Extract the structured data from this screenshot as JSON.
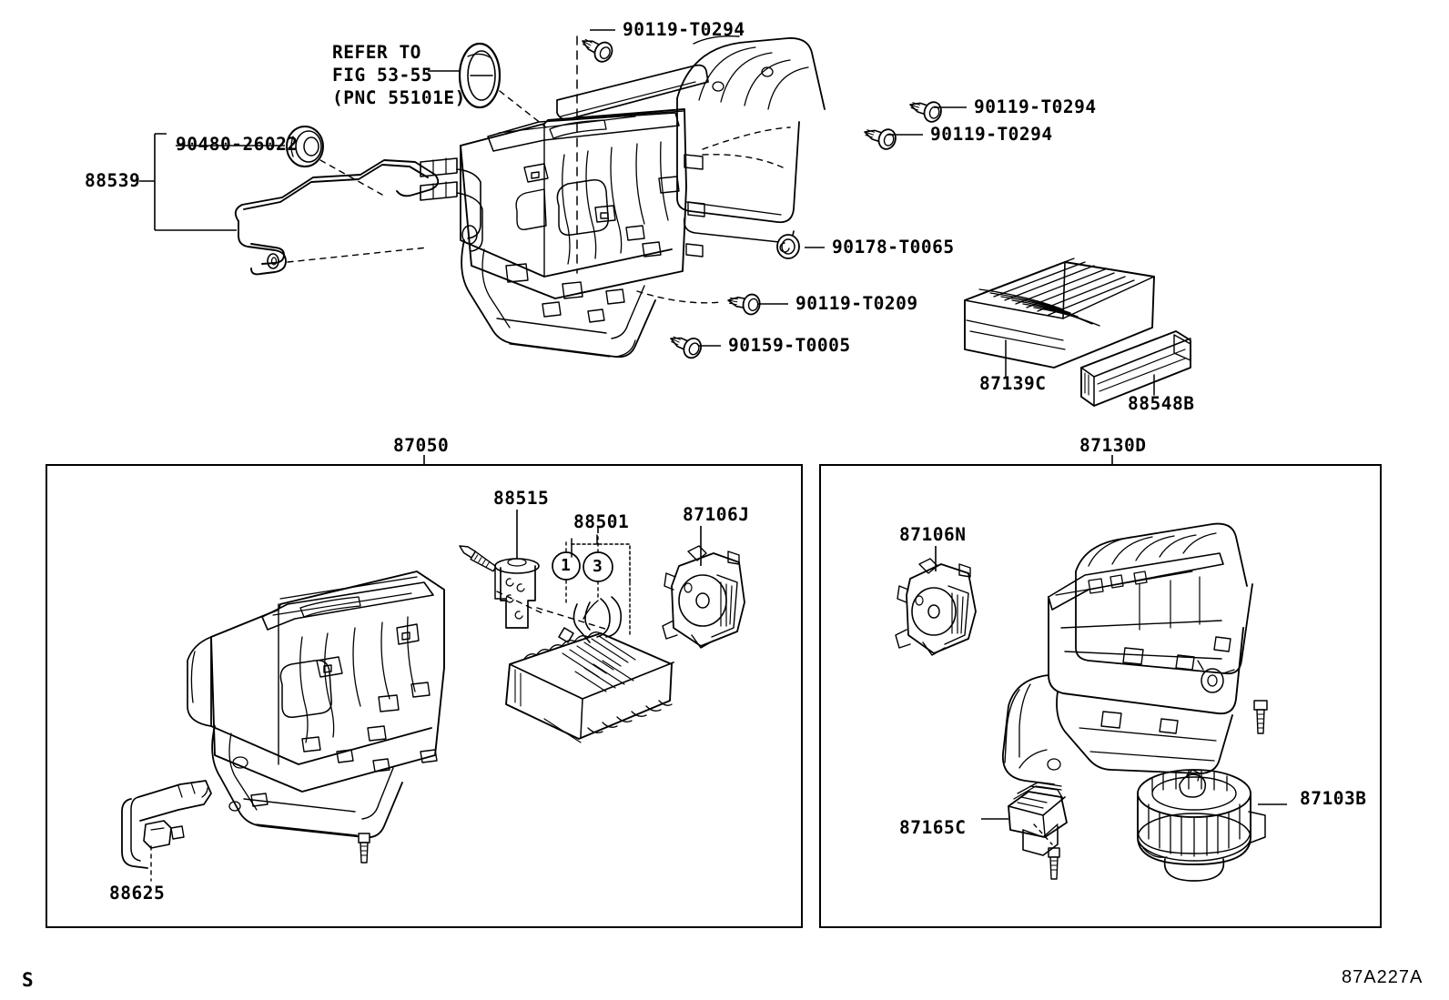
{
  "diagram": {
    "code": "87A227A",
    "corner_mark": "S",
    "refer_note": [
      "REFER TO",
      "FIG 53-55",
      "(PNC 55101E)"
    ]
  },
  "top_section": {
    "labels": [
      {
        "id": "88539",
        "text": "88539",
        "role": "hose-assembly-bracket"
      },
      {
        "id": "90480-26022",
        "text": "90480-26022",
        "role": "grommet"
      },
      {
        "id": "90119-T0294a",
        "text": "90119-T0294",
        "role": "bolt-upper-left"
      },
      {
        "id": "90119-T0294b",
        "text": "90119-T0294",
        "role": "bolt-right-upper"
      },
      {
        "id": "90119-T0294c",
        "text": "90119-T0294",
        "role": "bolt-right-lower"
      },
      {
        "id": "90178-T0065",
        "text": "90178-T0065",
        "role": "nut"
      },
      {
        "id": "90119-T0209",
        "text": "90119-T0209",
        "role": "bolt"
      },
      {
        "id": "90159-T0005",
        "text": "90159-T0005",
        "role": "screw"
      },
      {
        "id": "87139C",
        "text": "87139C",
        "role": "cabin-air-filter"
      },
      {
        "id": "88548B",
        "text": "88548B",
        "role": "filter-cover"
      }
    ]
  },
  "panel_left": {
    "header": "87050",
    "labels": [
      {
        "id": "88515",
        "text": "88515",
        "role": "expansion-valve"
      },
      {
        "id": "88501",
        "text": "88501",
        "role": "evaporator-sub-assembly"
      },
      {
        "id": "87106J",
        "text": "87106J",
        "role": "servo-motor"
      },
      {
        "id": "88625",
        "text": "88625",
        "role": "thermistor-sensor"
      }
    ],
    "callout_numbers": [
      "1",
      "3"
    ]
  },
  "panel_right": {
    "header": "87130D",
    "labels": [
      {
        "id": "87106N",
        "text": "87106N",
        "role": "blower-damper-servo"
      },
      {
        "id": "87103B",
        "text": "87103B",
        "role": "blower-motor"
      },
      {
        "id": "87165C",
        "text": "87165C",
        "role": "blower-resistor"
      }
    ]
  },
  "colors": {
    "ink": "#000000",
    "paper": "#ffffff"
  }
}
